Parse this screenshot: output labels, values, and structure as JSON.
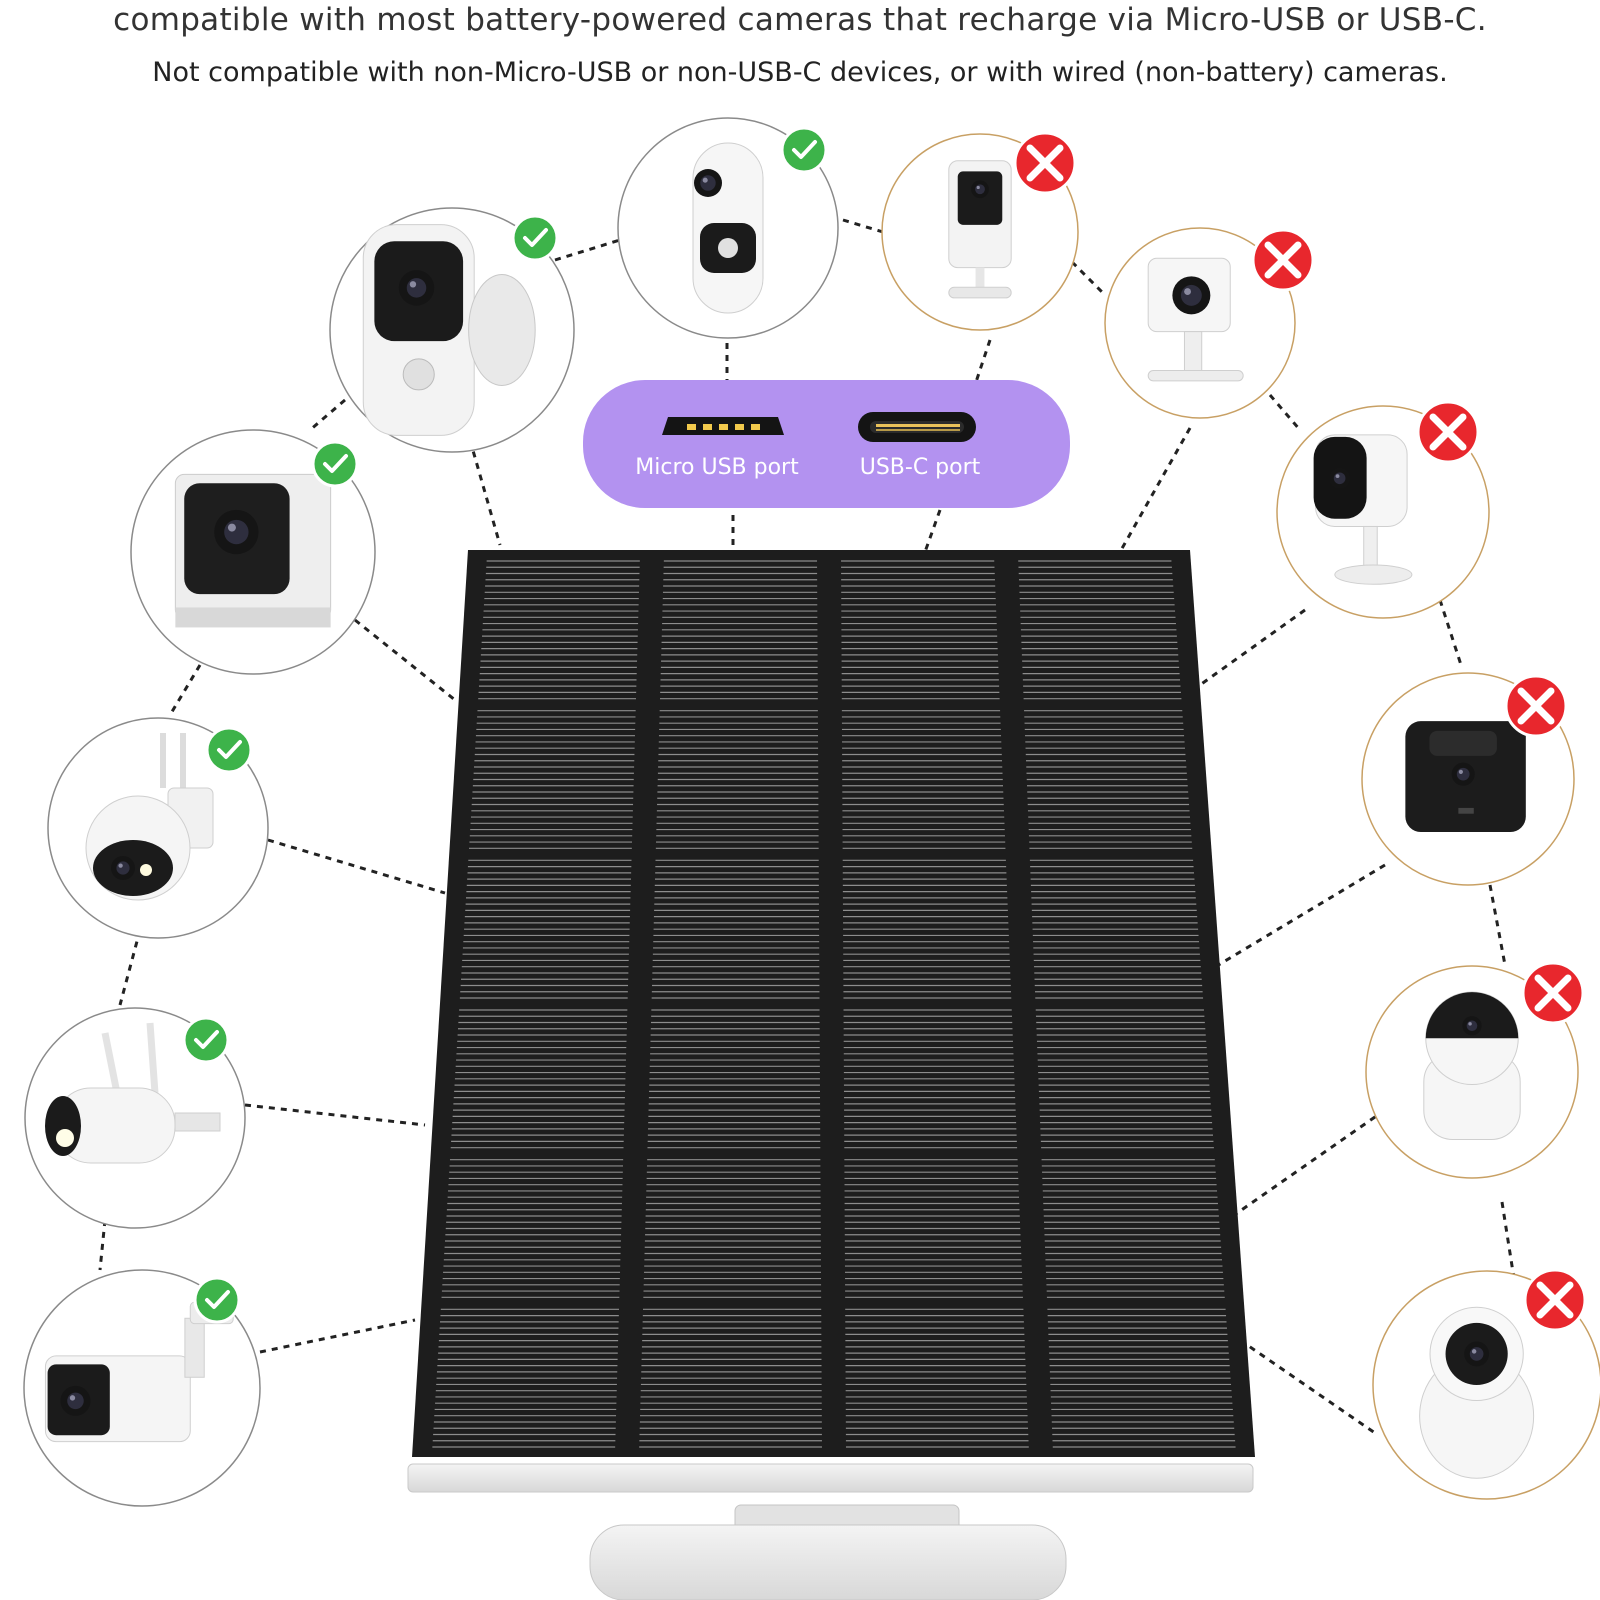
{
  "header": {
    "line1": "compatible with most battery-powered cameras that recharge via Micro-USB or USB-C.",
    "line2": "Not compatible with non-Micro-USB or non-USB-C devices, or with wired (non-battery) cameras."
  },
  "ports": {
    "micro_usb_label": "Micro USB port",
    "usb_c_label": "USB-C port"
  },
  "colors": {
    "compatible_badge": "#3db34a",
    "incompatible_badge": "#e8272d",
    "port_panel": "#b392f0",
    "panel_dark": "#1d1d1d",
    "ring_gray": "#8a8a8a",
    "ring_gold": "#c8a064"
  },
  "cameras": [
    {
      "id": "left-1",
      "status": "compatible",
      "icon": "battery-doorbell-cam"
    },
    {
      "id": "left-2",
      "status": "compatible",
      "icon": "cube-cam"
    },
    {
      "id": "left-3",
      "status": "compatible",
      "icon": "ptz-dome-cam"
    },
    {
      "id": "left-4",
      "status": "compatible",
      "icon": "antenna-bullet-cam"
    },
    {
      "id": "left-5",
      "status": "compatible",
      "icon": "bullet-cam"
    },
    {
      "id": "top-1",
      "status": "compatible",
      "icon": "video-doorbell"
    },
    {
      "id": "top-2",
      "status": "incompatible",
      "icon": "stick-up-cam"
    },
    {
      "id": "right-1",
      "status": "incompatible",
      "icon": "mini-cube-cam"
    },
    {
      "id": "right-2",
      "status": "incompatible",
      "icon": "indoor-cam"
    },
    {
      "id": "right-3",
      "status": "incompatible",
      "icon": "block-cam"
    },
    {
      "id": "right-4",
      "status": "incompatible",
      "icon": "pan-tilt-cam"
    },
    {
      "id": "right-5",
      "status": "incompatible",
      "icon": "dome-pan-cam"
    }
  ]
}
